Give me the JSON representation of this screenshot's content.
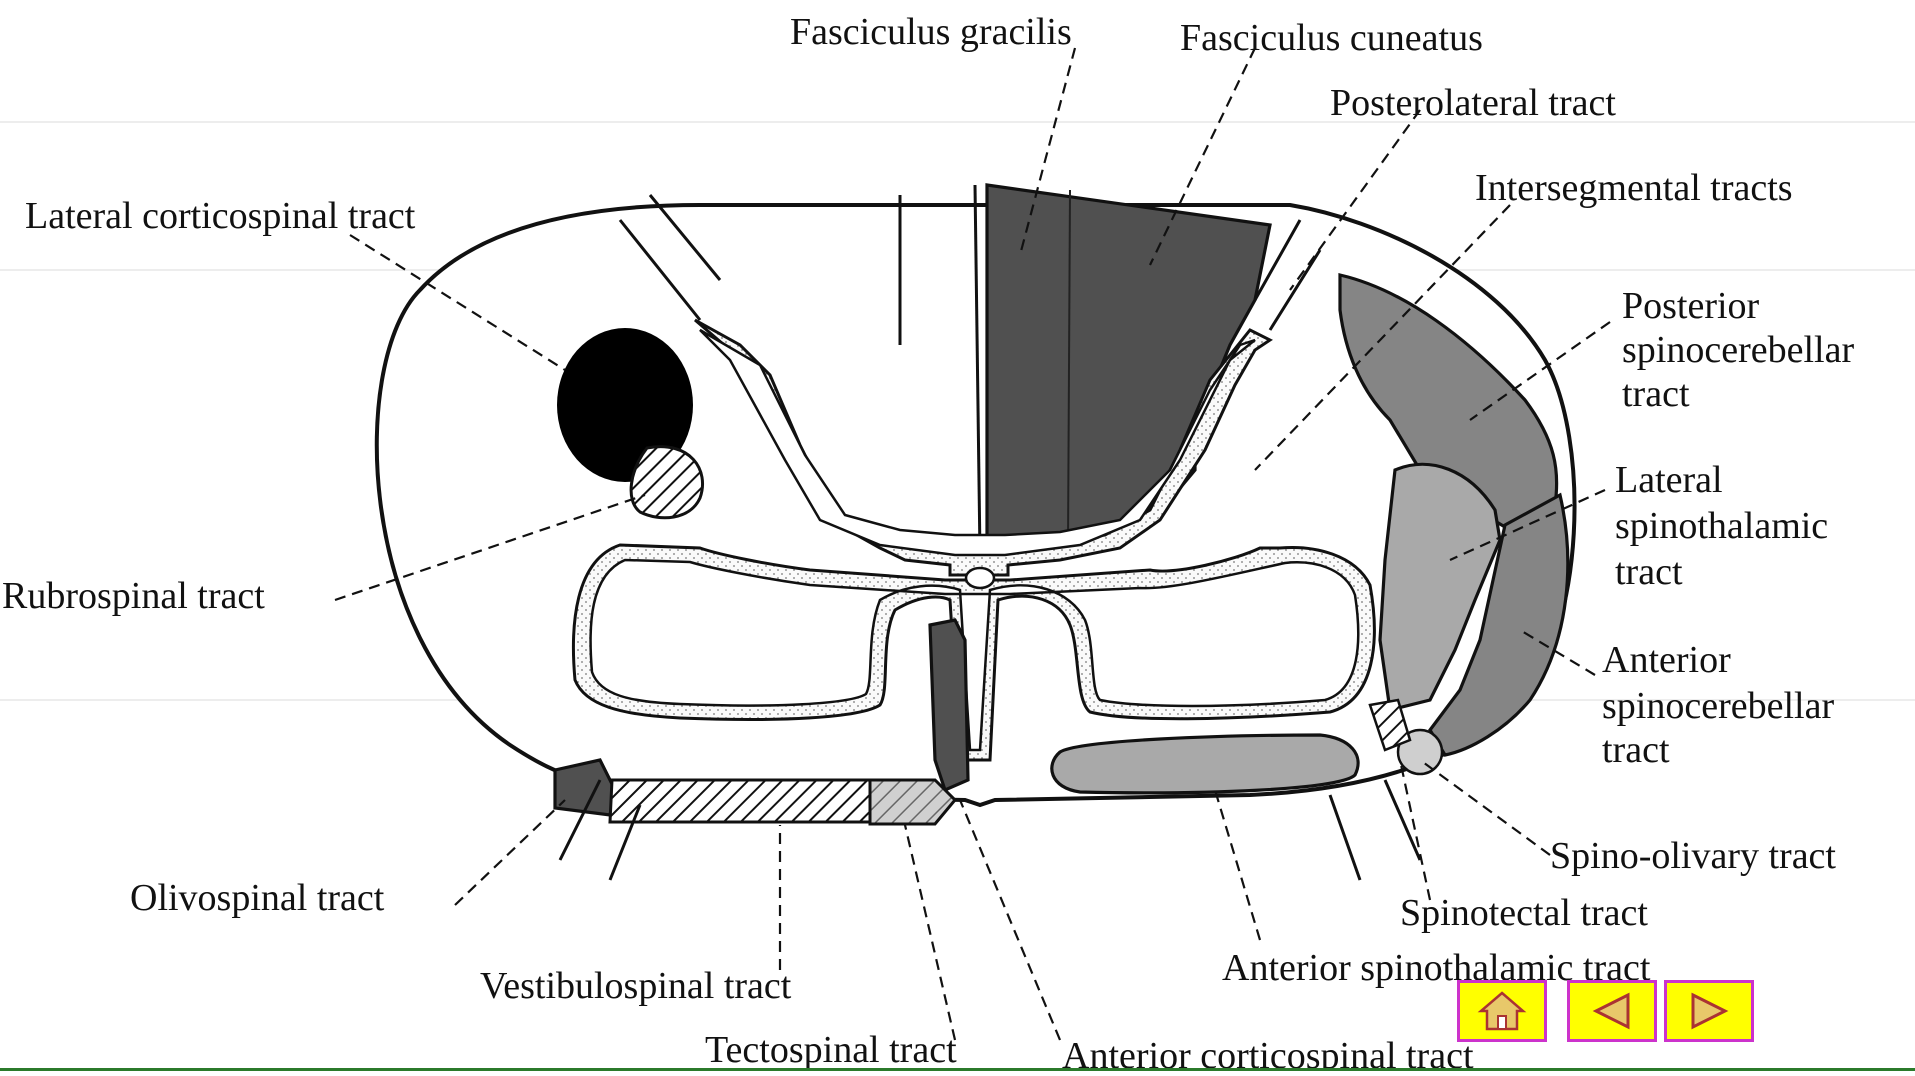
{
  "labels": {
    "fasciculus_gracilis": "Fasciculus gracilis",
    "fasciculus_cuneatus": "Fasciculus cuneatus",
    "posterolateral_tract": "Posterolateral tract",
    "intersegmental_tracts": "Intersegmental tracts",
    "lateral_corticospinal_tract": "Lateral corticospinal tract",
    "posterior_spinocerebellar_tract": [
      "Posterior",
      "spinocerebellar",
      "tract"
    ],
    "lateral_spinothalamic_tract": [
      "Lateral",
      "spinothalamic",
      "tract"
    ],
    "rubrospinal_tract": "Rubrospinal tract",
    "anterior_spinocerebellar_tract": [
      "Anterior",
      "spinocerebellar",
      "tract"
    ],
    "spino_olivary_tract": "Spino-olivary tract",
    "olivospinal_tract": "Olivospinal tract",
    "spinotectal_tract": "Spinotectal tract",
    "vestibulospinal_tract": "Vestibulospinal tract",
    "anterior_spinothalamic_tract": "Anterior spinothalamic tract",
    "tectospinal_tract": "Tectospinal tract",
    "anterior_corticospinal_tract": "Anterior corticospinal tract"
  },
  "colors": {
    "dark_tract": "#505050",
    "black_tract": "#000000",
    "mid_gray_tract": "#858585",
    "light_gray_tract": "#a9a9a9",
    "pale_tract": "#cfcfcf",
    "nav_button_fill": "#ffff00",
    "nav_button_border": "#cc33cc"
  },
  "nav": {
    "home_icon": "home-icon",
    "prev_icon": "triangle-left-icon",
    "next_icon": "triangle-right-icon"
  }
}
